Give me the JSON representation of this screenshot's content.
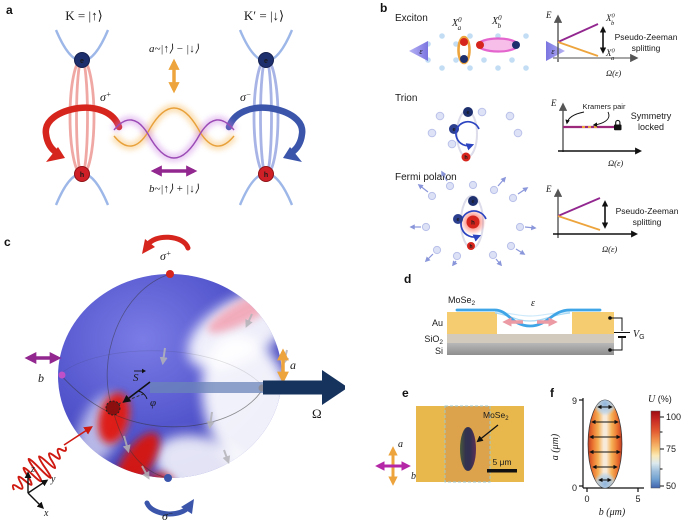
{
  "colors": {
    "sigma_plus_red": "#d6251d",
    "sigma_minus_blue": "#3b55ab",
    "mode_a_orange": "#eda43c",
    "mode_b_purple": "#92278f",
    "band_blue": "#9db7e8",
    "omega_navy": "#16335e",
    "gold_au": "#f6cc70",
    "sio2_gray": "#d2cabc",
    "mose2_blue": "#3fa5e6",
    "strain_rose": "#e05a66",
    "micrograph_gold": "#e9b84d"
  },
  "panel_a": {
    "label": "a",
    "valley_left": "K = |↑⟩",
    "valley_right": "K′ = |↓⟩",
    "sigma_plus_base": "σ",
    "sigma_plus_sup": "+",
    "sigma_minus_base": "σ",
    "sigma_minus_sup": "−",
    "mode_a": "a~|↑⟩ − |↓⟩",
    "mode_b": "b~|↑⟩ + |↓⟩",
    "electron": "e",
    "hole": "h"
  },
  "panel_b": {
    "label": "b",
    "exciton": {
      "title": "Exciton",
      "xa": {
        "base": "X",
        "sup": "0",
        "sub": "a"
      },
      "xb": {
        "base": "X",
        "sup": "0",
        "sub": "b"
      },
      "epsilon": "ε",
      "diagram": {
        "energy": "E",
        "axis": "Ω(ε)",
        "upper": {
          "base": "X",
          "sup": "0",
          "sub": "b"
        },
        "lower": {
          "base": "X",
          "sup": "0",
          "sub": "a"
        },
        "note1": "Pseudo-Zeeman",
        "note2": "splitting"
      }
    },
    "trion": {
      "title": "Trion",
      "electron": "e",
      "hole": "h",
      "diagram": {
        "energy": "E",
        "axis": "Ω(ε)",
        "pair": "Kramers pair",
        "note1": "Symmetry",
        "note2": "locked"
      }
    },
    "polaron": {
      "title": "Fermi polaron",
      "electron": "e",
      "hole": "h",
      "diagram": {
        "energy": "E",
        "axis": "Ω(ε)",
        "note1": "Pseudo-Zeeman",
        "note2": "splitting"
      }
    }
  },
  "panel_c": {
    "label": "c",
    "sigma_plus_base": "σ",
    "sigma_plus_sup": "+",
    "sigma_minus_base": "σ",
    "sigma_minus_sup": "−",
    "a": "a",
    "b": "b",
    "omega": "Ω",
    "spin": "S",
    "phi": "φ",
    "x": "x",
    "y": "y",
    "z": "z"
  },
  "panel_d": {
    "label": "d",
    "mose2_base": "MoSe",
    "mose2_sub": "2",
    "au": "Au",
    "sio2_base": "SiO",
    "sio2_sub": "2",
    "si": "Si",
    "epsilon": "ε",
    "vg_base": "V",
    "vg_sub": "G"
  },
  "panel_e": {
    "label": "e",
    "mose2_base": "MoSe",
    "mose2_sub": "2",
    "scalebar": "5 μm",
    "a": "a",
    "b": "b"
  },
  "panel_f": {
    "label": "f",
    "ylabel": "a (μm)",
    "xlabel": "b (μm)",
    "ytick_top": "9",
    "ytick_bottom": "0",
    "xtick_left": "0",
    "xtick_right": "5",
    "cbar_base": "U",
    "cbar_unit": " (%)",
    "cbar_t100": "100",
    "cbar_t75": "75",
    "cbar_t50": "50"
  },
  "chart_data": {
    "type": "heatmap",
    "panel": "f",
    "xlabel": "b (μm)",
    "ylabel": "a (μm)",
    "xlim": [
      0,
      5
    ],
    "ylim": [
      0,
      9
    ],
    "colorbar": {
      "label": "U (%)",
      "range": [
        50,
        100
      ],
      "ticks": [
        100,
        75,
        50
      ]
    },
    "shape": "ellipse",
    "ellipse_center": {
      "b": 1.6,
      "a": 4.5
    },
    "ellipse_semi_axes": {
      "b": 1.6,
      "a": 4.5
    },
    "values_description": "U ≈ 100% (red) along left/right edges of the suspended ellipse, ≈ 75% (pale yellow) along the vertical midline, ≈ 50–60% (blue) at top and bottom tips",
    "annotations": "six horizontal double-headed black arrows spanning the local ellipse width mark the b-axis strain direction"
  }
}
